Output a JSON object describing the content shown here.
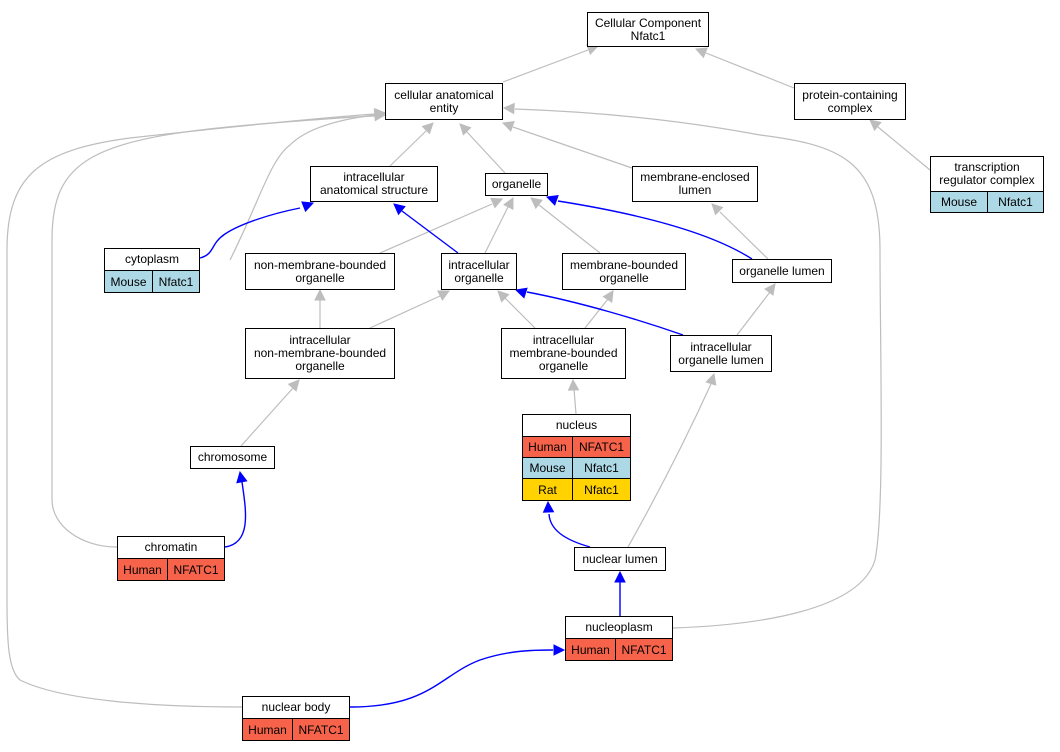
{
  "colors": {
    "human": "#f7634a",
    "mouse": "#add8e6",
    "rat": "#ffd200",
    "gray_edge": "#bdbdbd",
    "blue_edge": "#0000ff"
  },
  "nodes": {
    "root": {
      "lines": [
        "Cellular Component",
        "Nfatc1"
      ]
    },
    "cae": {
      "lines": [
        "cellular anatomical",
        "entity"
      ]
    },
    "pcc": {
      "lines": [
        "protein-containing",
        "complex"
      ]
    },
    "ias": {
      "lines": [
        "intracellular",
        "anatomical structure"
      ]
    },
    "organelle": {
      "lines": [
        "organelle"
      ]
    },
    "mel": {
      "lines": [
        "membrane-enclosed",
        "lumen"
      ]
    },
    "trc": {
      "lines": [
        "transcription",
        "regulator complex"
      ]
    },
    "cytoplasm": {
      "lines": [
        "cytoplasm"
      ]
    },
    "nmbo": {
      "lines": [
        "non-membrane-bounded",
        "organelle"
      ]
    },
    "io": {
      "lines": [
        "intracellular",
        "organelle"
      ]
    },
    "mbo": {
      "lines": [
        "membrane-bounded",
        "organelle"
      ]
    },
    "ol": {
      "lines": [
        "organelle lumen"
      ]
    },
    "inmbo": {
      "lines": [
        "intracellular",
        "non-membrane-bounded",
        "organelle"
      ]
    },
    "imbo": {
      "lines": [
        "intracellular",
        "membrane-bounded",
        "organelle"
      ]
    },
    "iol": {
      "lines": [
        "intracellular",
        "organelle lumen"
      ]
    },
    "chromosome": {
      "lines": [
        "chromosome"
      ]
    },
    "nucleus": {
      "lines": [
        "nucleus"
      ]
    },
    "chromatin": {
      "lines": [
        "chromatin"
      ]
    },
    "nl": {
      "lines": [
        "nuclear lumen"
      ]
    },
    "np": {
      "lines": [
        "nucleoplasm"
      ]
    },
    "nb": {
      "lines": [
        "nuclear body"
      ]
    }
  },
  "annotations": {
    "trc": [
      {
        "species": "Mouse",
        "gene": "Nfatc1",
        "color": "mouse"
      }
    ],
    "cytoplasm": [
      {
        "species": "Mouse",
        "gene": "Nfatc1",
        "color": "mouse"
      }
    ],
    "nucleus": [
      {
        "species": "Human",
        "gene": "NFATC1",
        "color": "human"
      },
      {
        "species": "Mouse",
        "gene": "Nfatc1",
        "color": "mouse"
      },
      {
        "species": "Rat",
        "gene": "Nfatc1",
        "color": "rat"
      }
    ],
    "chromatin": [
      {
        "species": "Human",
        "gene": "NFATC1",
        "color": "human"
      }
    ],
    "np": [
      {
        "species": "Human",
        "gene": "NFATC1",
        "color": "human"
      }
    ],
    "nb": [
      {
        "species": "Human",
        "gene": "NFATC1",
        "color": "human"
      }
    ]
  },
  "edges": [
    {
      "from": "cae",
      "to": "root",
      "kind": "gray"
    },
    {
      "from": "pcc",
      "to": "root",
      "kind": "gray"
    },
    {
      "from": "ias",
      "to": "cae",
      "kind": "gray"
    },
    {
      "from": "organelle",
      "to": "cae",
      "kind": "gray"
    },
    {
      "from": "mel",
      "to": "cae",
      "kind": "gray"
    },
    {
      "from": "trc",
      "to": "pcc",
      "kind": "gray"
    },
    {
      "from": "cytoplasm",
      "to": "cae",
      "kind": "gray"
    },
    {
      "from": "cytoplasm",
      "to": "ias",
      "kind": "blue"
    },
    {
      "from": "nmbo",
      "to": "organelle",
      "kind": "gray"
    },
    {
      "from": "io",
      "to": "organelle",
      "kind": "gray"
    },
    {
      "from": "io",
      "to": "ias",
      "kind": "blue"
    },
    {
      "from": "mbo",
      "to": "organelle",
      "kind": "gray"
    },
    {
      "from": "ol",
      "to": "organelle",
      "kind": "blue"
    },
    {
      "from": "ol",
      "to": "mel",
      "kind": "gray"
    },
    {
      "from": "inmbo",
      "to": "nmbo",
      "kind": "gray"
    },
    {
      "from": "inmbo",
      "to": "io",
      "kind": "gray"
    },
    {
      "from": "imbo",
      "to": "io",
      "kind": "gray"
    },
    {
      "from": "imbo",
      "to": "mbo",
      "kind": "gray"
    },
    {
      "from": "iol",
      "to": "io",
      "kind": "blue"
    },
    {
      "from": "iol",
      "to": "ol",
      "kind": "gray"
    },
    {
      "from": "chromosome",
      "to": "inmbo",
      "kind": "gray"
    },
    {
      "from": "nucleus",
      "to": "imbo",
      "kind": "gray"
    },
    {
      "from": "chromatin",
      "to": "chromosome",
      "kind": "blue"
    },
    {
      "from": "chromatin",
      "to": "cae",
      "kind": "gray"
    },
    {
      "from": "nl",
      "to": "nucleus",
      "kind": "blue"
    },
    {
      "from": "nl",
      "to": "iol",
      "kind": "gray"
    },
    {
      "from": "np",
      "to": "nl",
      "kind": "blue"
    },
    {
      "from": "np",
      "to": "cae",
      "kind": "gray"
    },
    {
      "from": "nb",
      "to": "np",
      "kind": "blue"
    },
    {
      "from": "nb",
      "to": "cae",
      "kind": "gray"
    }
  ]
}
